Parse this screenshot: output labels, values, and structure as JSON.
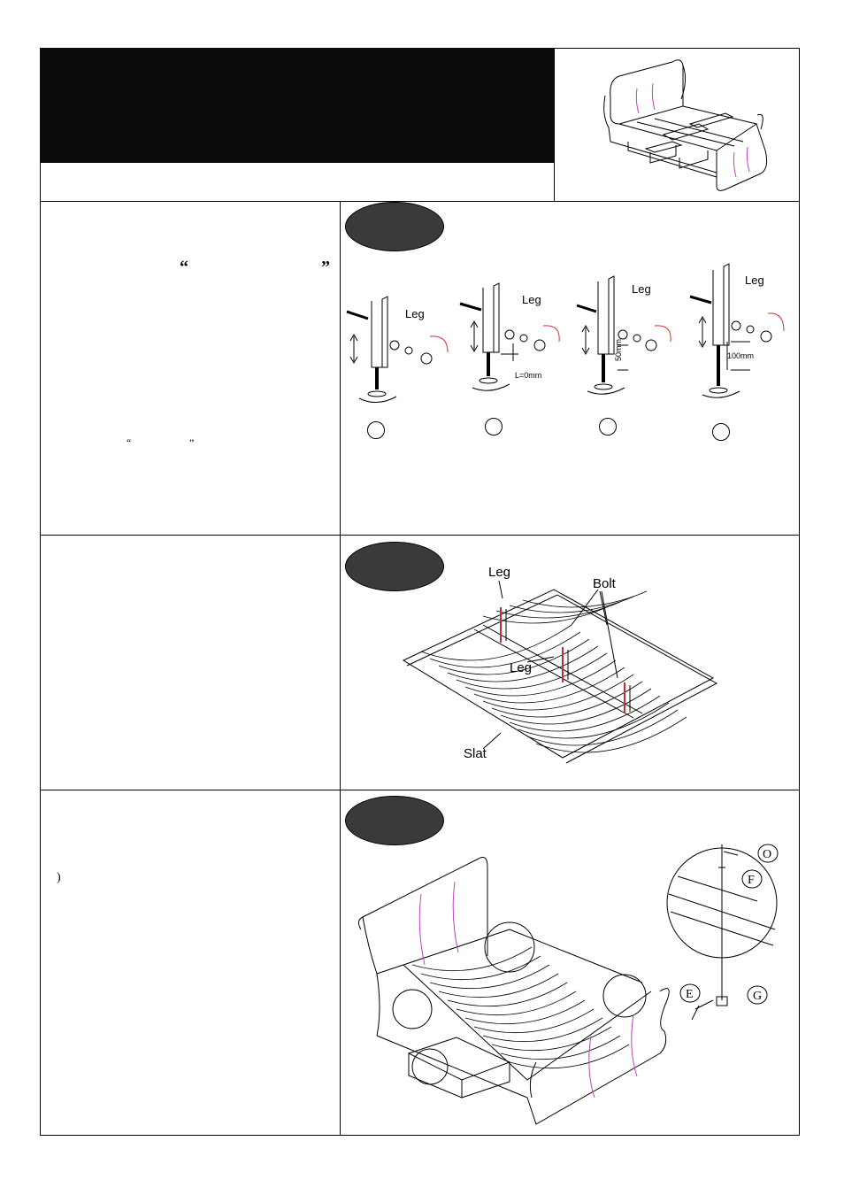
{
  "section1": {
    "quote_open": "“",
    "quote_close": "”",
    "quote_open_small": "“",
    "quote_close_small": "”",
    "labels": [
      "Leg",
      "Leg",
      "Leg",
      "Leg"
    ],
    "dim_2": "L=0mm",
    "dim_3": "50mm",
    "dim_4": "100mm"
  },
  "section2": {
    "label_leg_top": "Leg",
    "label_bolt": "Bolt",
    "label_leg_mid": "Leg",
    "label_slat": "Slat"
  },
  "section3": {
    "paren": ")",
    "callouts": [
      "O",
      "F",
      "E",
      "G"
    ]
  }
}
